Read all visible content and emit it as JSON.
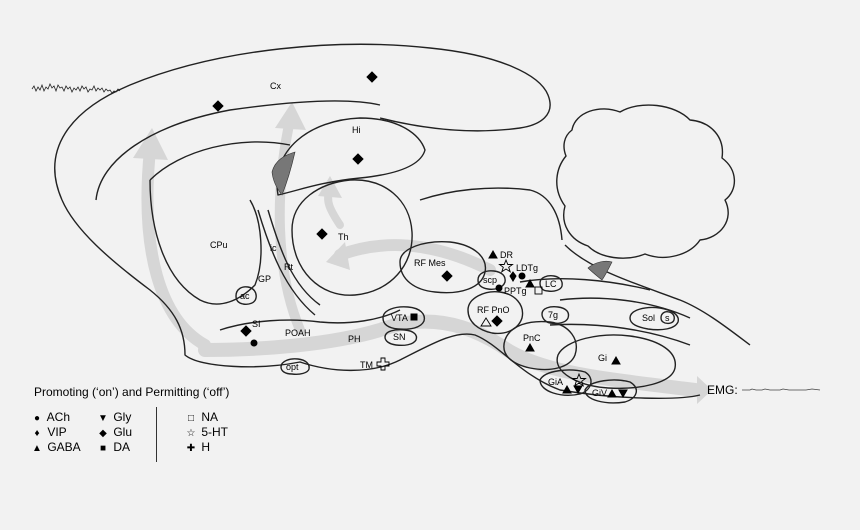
{
  "labels": {
    "cx": "Cx",
    "hi": "Hi",
    "th": "Th",
    "cpu": "CPu",
    "ic": "ic",
    "gp": "GP",
    "rt": "Rt",
    "ac": "ac",
    "si": "SI",
    "poah": "POAH",
    "ph": "PH",
    "opt": "opt",
    "tm": "TM",
    "vta": "VTA",
    "sn": "SN",
    "rf_mes": "RF Mes",
    "dr": "DR",
    "ldtg": "LDTg",
    "scp": "scp",
    "pptg": "PPTg",
    "lc": "LC",
    "rf_pno": "RF PnO",
    "7g": "7g",
    "pnc": "PnC",
    "sol": "Sol",
    "s": "s",
    "gi": "Gi",
    "gia": "GiA",
    "giv": "GiV"
  },
  "emg_label": "EMG:",
  "legend": {
    "title": "Promoting (‘on’) and Permitting (‘off’)",
    "col1": [
      {
        "symbol": "●",
        "name": "ACh"
      },
      {
        "symbol": "♦",
        "name": "VIP"
      },
      {
        "symbol": "▲",
        "name": "GABA"
      }
    ],
    "col2": [
      {
        "symbol": "▼",
        "name": "Gly"
      },
      {
        "symbol": "◆",
        "name": "Glu"
      },
      {
        "symbol": "■",
        "name": "DA"
      }
    ],
    "col3": [
      {
        "symbol": "□",
        "name": "NA"
      },
      {
        "symbol": "☆",
        "name": "5-HT"
      },
      {
        "symbol": "✚",
        "name": "H"
      }
    ]
  },
  "colors": {
    "arrow": "#d4d4d4",
    "ventricle": "#777777",
    "line": "#222222"
  }
}
